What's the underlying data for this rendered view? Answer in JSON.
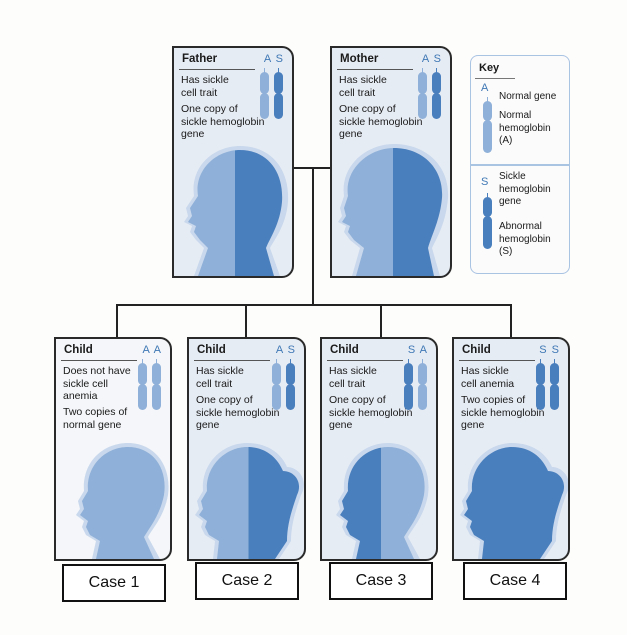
{
  "colors": {
    "normal_gene": "#8fb0d8",
    "sickle_gene": "#4a7fbd",
    "card_bg": "#e6ecf4",
    "outline": "#2a2a2a"
  },
  "parents": [
    {
      "title": "Father",
      "alleles": "A S",
      "genes": [
        "A",
        "S"
      ],
      "line1": "Has sickle",
      "line2": "cell trait",
      "line3": "One copy of",
      "line4": "sickle hemoglobin",
      "line5": "gene"
    },
    {
      "title": "Mother",
      "alleles": "A S",
      "genes": [
        "A",
        "S"
      ],
      "line1": "Has sickle",
      "line2": "cell trait",
      "line3": "One copy of",
      "line4": "sickle hemoglobin",
      "line5": "gene"
    }
  ],
  "key": {
    "title": "Key",
    "normal_letter": "A",
    "normal_1": "Normal gene",
    "normal_2": "Normal",
    "normal_3": "hemoglobin",
    "normal_4": "(A)",
    "sickle_letter": "S",
    "sickle_1": "Sickle",
    "sickle_2": "hemoglobin",
    "sickle_3": "gene",
    "sickle_4": "Abnormal",
    "sickle_5": "hemoglobin",
    "sickle_6": "(S)"
  },
  "children": [
    {
      "title": "Child",
      "alleles": "A A",
      "genes": [
        "A",
        "A"
      ],
      "line1": "Does not have",
      "line2": "sickle cell",
      "line3": "anemia",
      "line4": "Two copies of",
      "line5": "normal gene",
      "case": "Case 1"
    },
    {
      "title": "Child",
      "alleles": "A S",
      "genes": [
        "A",
        "S"
      ],
      "line1": "Has sickle",
      "line2": "cell trait",
      "line3": "One copy of",
      "line4": "sickle hemoglobin",
      "line5": "gene",
      "case": "Case 2"
    },
    {
      "title": "Child",
      "alleles": "S A",
      "genes": [
        "S",
        "A"
      ],
      "line1": "Has sickle",
      "line2": "cell trait",
      "line3": "One copy of",
      "line4": "sickle hemoglobin",
      "line5": "gene",
      "case": "Case 3"
    },
    {
      "title": "Child",
      "alleles": "S S",
      "genes": [
        "S",
        "S"
      ],
      "line1": "Has sickle",
      "line2": "cell anemia",
      "line3": "Two copies of",
      "line4": "sickle hemoglobin",
      "line5": "gene",
      "case": "Case 4"
    }
  ]
}
